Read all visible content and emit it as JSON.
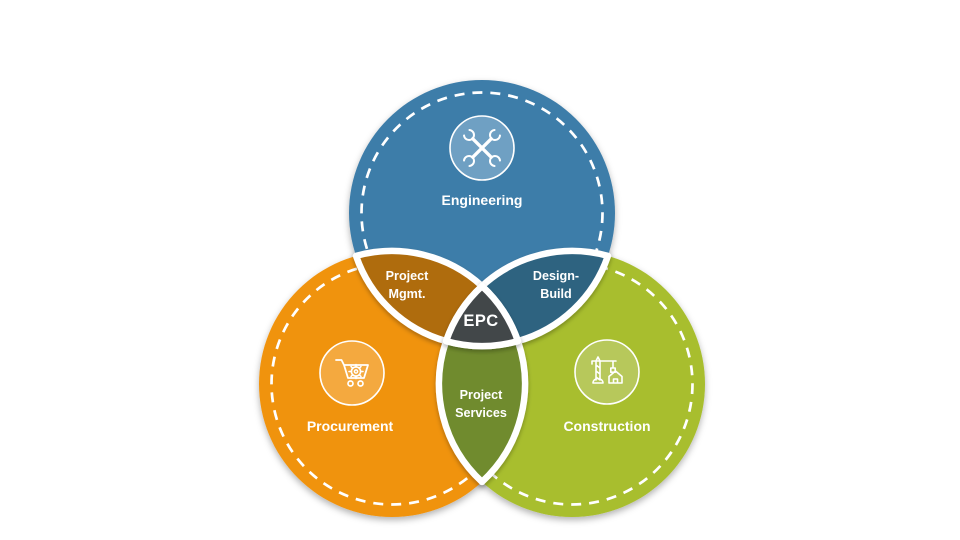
{
  "diagram": {
    "background": "#ffffff",
    "center": {
      "label": "EPC",
      "color": "#43464A"
    },
    "circles": [
      {
        "label": "Engineering",
        "color": "#3E7DA9",
        "icon": "crossed-wrenches",
        "icon_bg": "#6FA0C3"
      },
      {
        "label": "Procurement",
        "color": "#F09310",
        "icon": "cart-with-gear",
        "icon_bg": "#F4A93F"
      },
      {
        "label": "Construction",
        "color": "#A8BE2E",
        "icon": "crane-and-house",
        "icon_bg": "#B7C85B"
      }
    ],
    "overlaps": [
      {
        "label": [
          "Project",
          "Mgmt."
        ],
        "color": "#AF6C10"
      },
      {
        "label": [
          "Design-",
          "Build"
        ],
        "color": "#2E6380"
      },
      {
        "label": [
          "Project",
          "Services"
        ],
        "color": "#6F8B2D"
      }
    ]
  }
}
